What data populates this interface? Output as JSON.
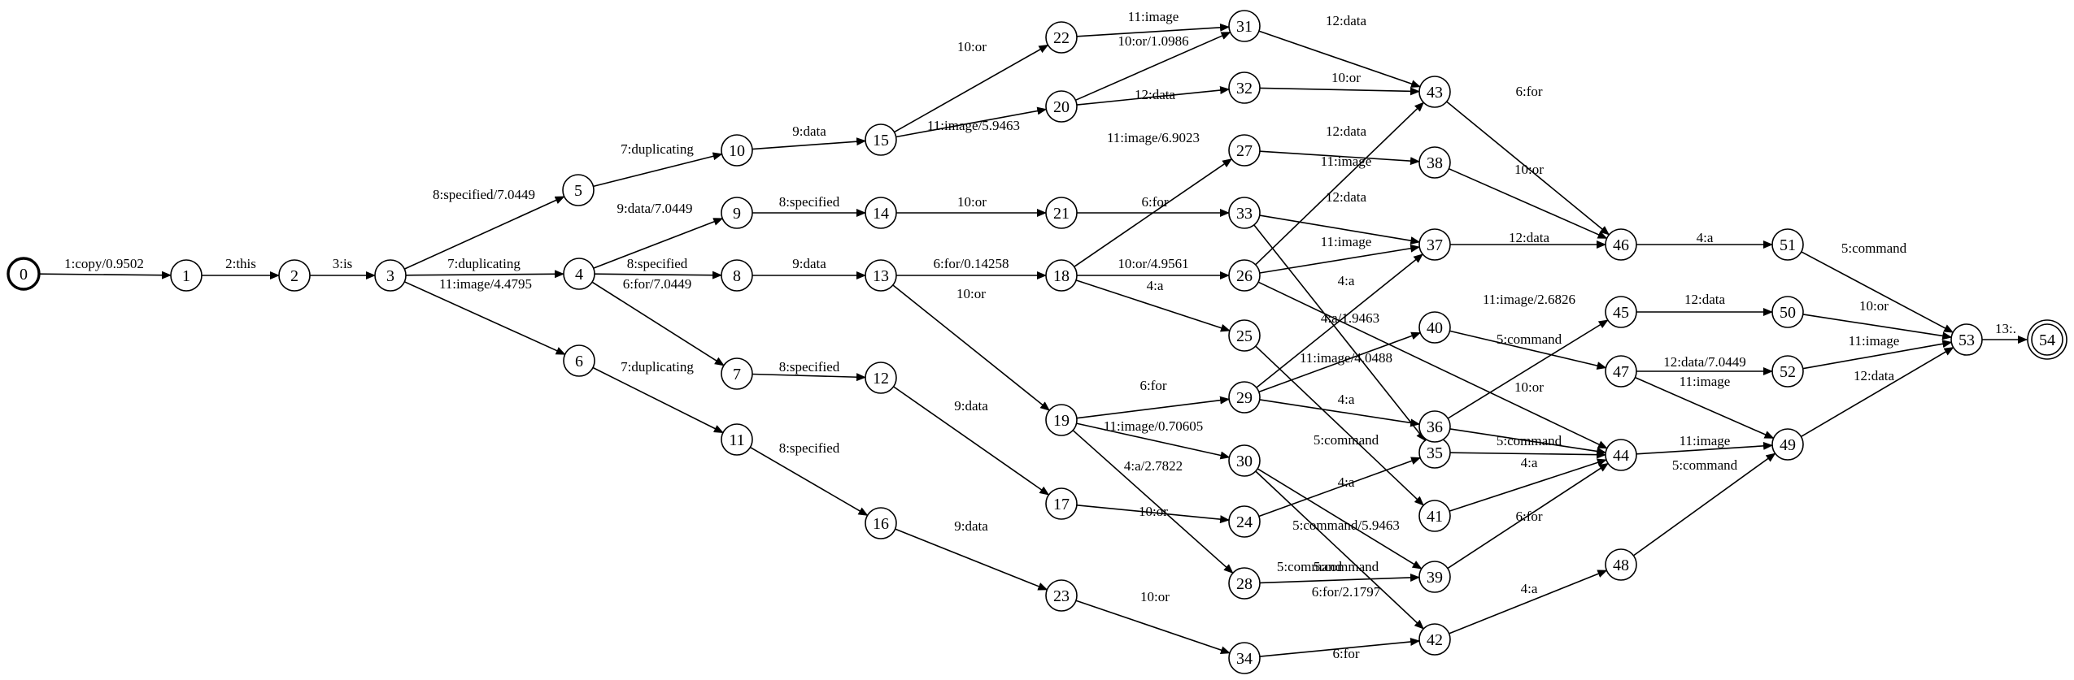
{
  "diagram": {
    "type": "weighted finite-state transducer",
    "start_state": "0",
    "final_states": [
      "54"
    ],
    "states": [
      "0",
      "1",
      "2",
      "3",
      "4",
      "5",
      "6",
      "7",
      "8",
      "9",
      "10",
      "11",
      "12",
      "13",
      "14",
      "15",
      "16",
      "17",
      "18",
      "19",
      "20",
      "21",
      "22",
      "23",
      "24",
      "25",
      "26",
      "27",
      "28",
      "29",
      "30",
      "31",
      "32",
      "33",
      "34",
      "35",
      "36",
      "37",
      "38",
      "39",
      "40",
      "41",
      "42",
      "43",
      "44",
      "45",
      "46",
      "47",
      "48",
      "49",
      "50",
      "51",
      "52",
      "53",
      "54"
    ],
    "transitions": [
      {
        "from": "0",
        "to": "1",
        "label": "1:copy/0.9502"
      },
      {
        "from": "1",
        "to": "2",
        "label": "2:this"
      },
      {
        "from": "2",
        "to": "3",
        "label": "3:is"
      },
      {
        "from": "3",
        "to": "5",
        "label": "8:specified/7.0449"
      },
      {
        "from": "3",
        "to": "4",
        "label": "7:duplicating"
      },
      {
        "from": "3",
        "to": "6",
        "label": "11:image/4.4795"
      },
      {
        "from": "5",
        "to": "10",
        "label": "7:duplicating"
      },
      {
        "from": "4",
        "to": "9",
        "label": "9:data/7.0449"
      },
      {
        "from": "4",
        "to": "8",
        "label": "8:specified"
      },
      {
        "from": "4",
        "to": "7",
        "label": "6:for/7.0449"
      },
      {
        "from": "6",
        "to": "11",
        "label": "7:duplicating"
      },
      {
        "from": "10",
        "to": "15",
        "label": "9:data"
      },
      {
        "from": "9",
        "to": "14",
        "label": "8:specified"
      },
      {
        "from": "8",
        "to": "13",
        "label": "9:data"
      },
      {
        "from": "7",
        "to": "12",
        "label": "8:specified"
      },
      {
        "from": "11",
        "to": "16",
        "label": "8:specified"
      },
      {
        "from": "15",
        "to": "22",
        "label": "10:or"
      },
      {
        "from": "15",
        "to": "20",
        "label": "11:image/5.9463"
      },
      {
        "from": "14",
        "to": "21",
        "label": "10:or"
      },
      {
        "from": "13",
        "to": "18",
        "label": "6:for/0.14258"
      },
      {
        "from": "13",
        "to": "19",
        "label": "10:or"
      },
      {
        "from": "12",
        "to": "17",
        "label": "9:data"
      },
      {
        "from": "16",
        "to": "23",
        "label": "9:data"
      },
      {
        "from": "22",
        "to": "31",
        "label": "11:image"
      },
      {
        "from": "20",
        "to": "31",
        "label": "10:or/1.0986"
      },
      {
        "from": "20",
        "to": "32",
        "label": "12:data"
      },
      {
        "from": "21",
        "to": "33",
        "label": "6:for"
      },
      {
        "from": "18",
        "to": "27",
        "label": "11:image/6.9023"
      },
      {
        "from": "18",
        "to": "26",
        "label": "10:or/4.9561"
      },
      {
        "from": "18",
        "to": "25",
        "label": "4:a"
      },
      {
        "from": "19",
        "to": "29",
        "label": "6:for"
      },
      {
        "from": "19",
        "to": "30",
        "label": "11:image/0.70605"
      },
      {
        "from": "19",
        "to": "28",
        "label": "4:a/2.7822"
      },
      {
        "from": "17",
        "to": "24",
        "label": "10:or"
      },
      {
        "from": "23",
        "to": "34",
        "label": "10:or"
      },
      {
        "from": "31",
        "to": "43",
        "label": "12:data"
      },
      {
        "from": "32",
        "to": "43",
        "label": "10:or"
      },
      {
        "from": "27",
        "to": "38",
        "label": "12:data"
      },
      {
        "from": "33",
        "to": "37",
        "label": "11:image"
      },
      {
        "from": "33",
        "to": "35",
        "label": "4:a"
      },
      {
        "from": "26",
        "to": "43",
        "label": "12:data"
      },
      {
        "from": "26",
        "to": "37",
        "label": "11:image"
      },
      {
        "from": "26",
        "to": "44",
        "label": "4:a/1.9463"
      },
      {
        "from": "25",
        "to": "41",
        "label": "5:command/5.9463"
      },
      {
        "from": "29",
        "to": "37",
        "label": "11:image/4.0488"
      },
      {
        "from": "29",
        "to": "40",
        "label": "4:a"
      },
      {
        "from": "29",
        "to": "36",
        "label": "5:command"
      },
      {
        "from": "30",
        "to": "39",
        "label": "5:command"
      },
      {
        "from": "28",
        "to": "39",
        "label": "5:command"
      },
      {
        "from": "30",
        "to": "42",
        "label": "6:for/2.1797"
      },
      {
        "from": "24",
        "to": "35",
        "label": "4:a"
      },
      {
        "from": "34",
        "to": "42",
        "label": "6:for"
      },
      {
        "from": "43",
        "to": "46",
        "label": "6:for"
      },
      {
        "from": "38",
        "to": "46",
        "label": "10:or"
      },
      {
        "from": "37",
        "to": "46",
        "label": "12:data"
      },
      {
        "from": "40",
        "to": "47",
        "label": "5:command"
      },
      {
        "from": "36",
        "to": "45",
        "label": "11:image/2.6826"
      },
      {
        "from": "36",
        "to": "44",
        "label": "10:or"
      },
      {
        "from": "35",
        "to": "44",
        "label": "5:command"
      },
      {
        "from": "41",
        "to": "44",
        "label": "4:a"
      },
      {
        "from": "39",
        "to": "44",
        "label": "6:for"
      },
      {
        "from": "42",
        "to": "48",
        "label": "4:a"
      },
      {
        "from": "46",
        "to": "51",
        "label": "4:a"
      },
      {
        "from": "45",
        "to": "50",
        "label": "12:data"
      },
      {
        "from": "47",
        "to": "52",
        "label": "12:data/7.0449"
      },
      {
        "from": "47",
        "to": "49",
        "label": "11:image"
      },
      {
        "from": "44",
        "to": "49",
        "label": "11:image"
      },
      {
        "from": "48",
        "to": "49",
        "label": "5:command"
      },
      {
        "from": "51",
        "to": "53",
        "label": "5:command"
      },
      {
        "from": "50",
        "to": "53",
        "label": "10:or"
      },
      {
        "from": "52",
        "to": "53",
        "label": "11:image"
      },
      {
        "from": "49",
        "to": "53",
        "label": "12:data"
      },
      {
        "from": "53",
        "to": "54",
        "label": "13:."
      }
    ]
  }
}
